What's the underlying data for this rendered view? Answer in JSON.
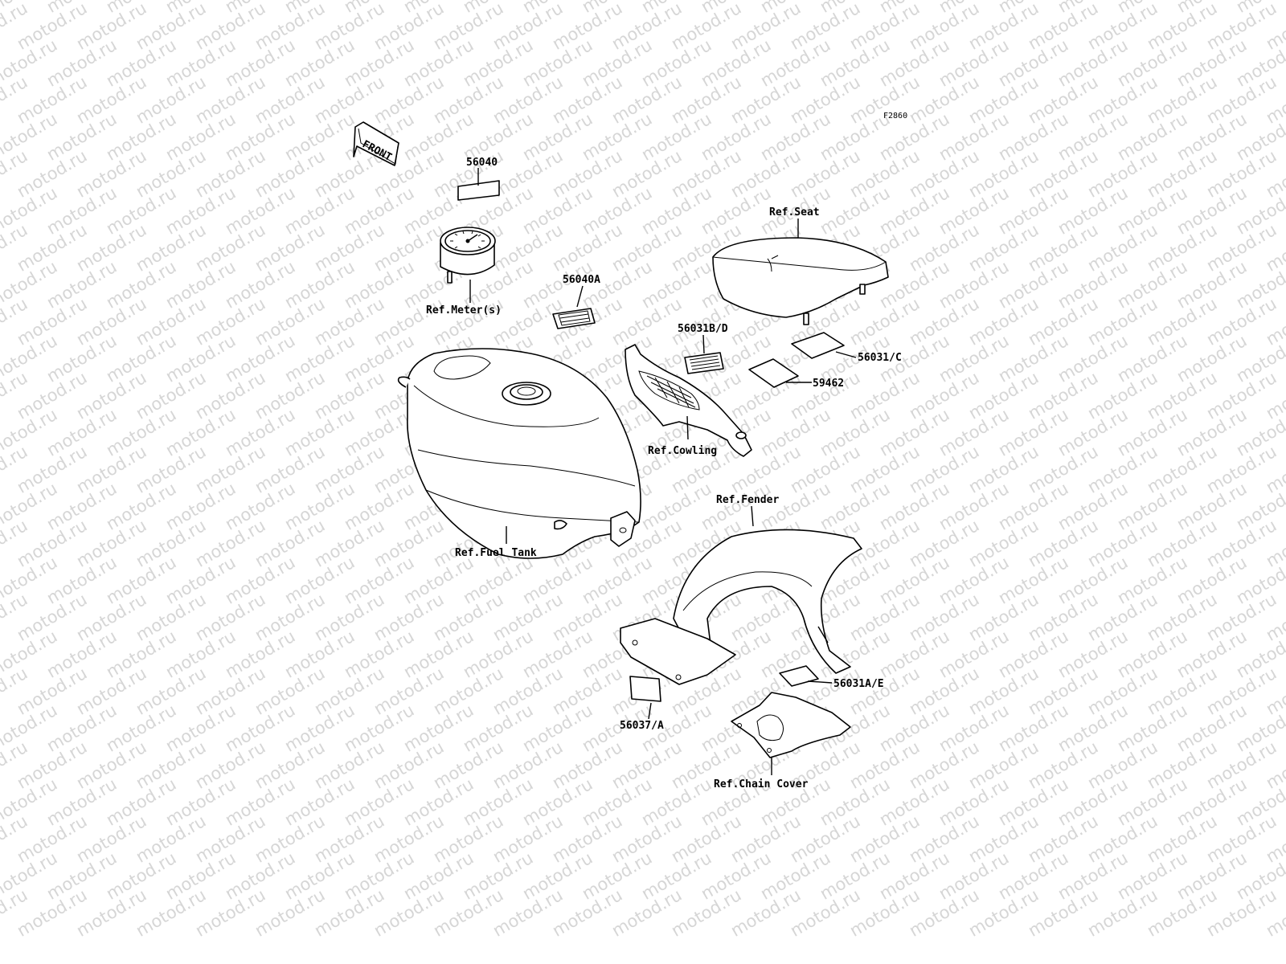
{
  "watermark": {
    "text": "motod.ru"
  },
  "figure_code": "F2860",
  "front_arrow": {
    "label": "FRONT",
    "icon": "front-direction-arrow-icon"
  },
  "parts": {
    "p56040": "56040",
    "p56040A": "56040A",
    "p56031BD": "56031B/D",
    "p56031C": "56031/C",
    "p59462": "59462",
    "p56031AE": "56031A/E",
    "p56037A": "56037/A"
  },
  "refs": {
    "meter": "Ref.Meter(s)",
    "seat": "Ref.Seat",
    "cowling": "Ref.Cowling",
    "fuel_tank": "Ref.Fuel Tank",
    "fender": "Ref.Fender",
    "chain_cover": "Ref.Chain Cover"
  },
  "colors": {
    "line": "#000000",
    "watermark": "#d6d6d6",
    "background": "#ffffff"
  }
}
